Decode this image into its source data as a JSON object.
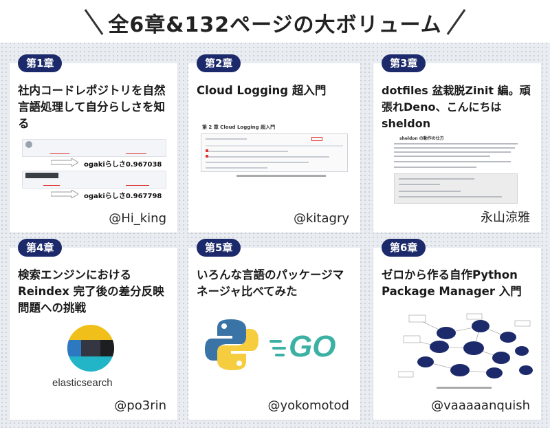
{
  "header": {
    "title": "全6章&132ページの大ボリューム"
  },
  "chapters": [
    {
      "badge": "第1章",
      "title": "社内コードレポジトリを自然言語処理して自分らしさを知る",
      "author": "@Hi_king",
      "scores": [
        "ogakiらしさ0.967038",
        "ogakiらしさ0.967798"
      ]
    },
    {
      "badge": "第2章",
      "title": "Cloud Logging 超入門",
      "author": "@kitagry",
      "doc_heading": "第 2 章 Cloud Logging 超入門"
    },
    {
      "badge": "第3章",
      "title": "dotfiles 盆栽脱Zinit 編。頑張れDeno、こんにちは sheldon",
      "author": "永山涼雅",
      "doc_heading": "sheldon の動作の仕方"
    },
    {
      "badge": "第4章",
      "title": "検索エンジンにおける Reindex 完了後の差分反映問題への挑戦",
      "author": "@po3rin",
      "logo_text": "elasticsearch"
    },
    {
      "badge": "第5章",
      "title": "いろんな言語のパッケージマネージャ比べてみた",
      "author": "@yokomotod",
      "logo_text": "GO"
    },
    {
      "badge": "第6章",
      "title": "ゼロから作る自作Python Package Manager 入門",
      "author": "@vaaaaanquish"
    }
  ],
  "colors": {
    "badge_bg": "#1c2a6b",
    "background": "#e9ecf1",
    "python_blue": "#3a73a6",
    "python_yellow": "#f5cd3f",
    "go_teal": "#3bb1a3",
    "diagram_navy": "#1c2a6b"
  },
  "icons": [
    "python-logo-icon",
    "go-logo-icon",
    "elasticsearch-logo-icon",
    "arrow-right-icon"
  ]
}
